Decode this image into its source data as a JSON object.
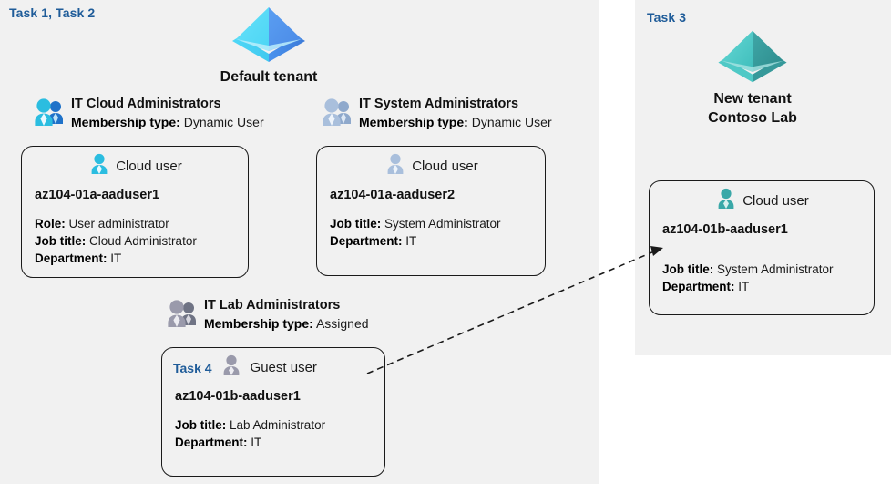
{
  "panels": {
    "left": {
      "task_label": "Task 1, Task 2"
    },
    "right": {
      "task_label": "Task 3"
    }
  },
  "tenants": {
    "default": {
      "name": "Default tenant",
      "icon": "azure-tenant-icon"
    },
    "new": {
      "line1": "New  tenant",
      "line2": "Contoso Lab",
      "icon": "azure-tenant-icon"
    }
  },
  "groups": [
    {
      "id": "it-cloud-administrators",
      "name": "IT Cloud Administrators",
      "membership_label": "Membership type:",
      "membership_value": "Dynamic User",
      "icon": "group-users-icon"
    },
    {
      "id": "it-system-administrators",
      "name": "IT System Administrators",
      "membership_label": "Membership type:",
      "membership_value": "Dynamic User",
      "icon": "group-users-icon"
    },
    {
      "id": "it-lab-administrators",
      "name": "IT Lab Administrators",
      "membership_label": "Membership type:",
      "membership_value": "Assigned",
      "icon": "group-users-icon"
    }
  ],
  "cards": [
    {
      "id": "az104-01a-aaduser1",
      "user_type": "Cloud user",
      "icon": "cloud-user-icon",
      "username": "az104-01a-aaduser1",
      "props": [
        {
          "label": "Role:",
          "value": "User administrator"
        },
        {
          "label": "Job title:",
          "value": "Cloud Administrator"
        },
        {
          "label": "Department:",
          "value": "IT"
        }
      ]
    },
    {
      "id": "az104-01a-aaduser2",
      "user_type": "Cloud user",
      "icon": "cloud-user-icon",
      "username": "az104-01a-aaduser2",
      "props": [
        {
          "label": "Job title:",
          "value": "System Administrator"
        },
        {
          "label": "Department:",
          "value": "IT"
        }
      ]
    },
    {
      "id": "az104-01b-aaduser1-guest",
      "task_label": "Task 4",
      "user_type": "Guest user",
      "icon": "guest-user-icon",
      "username": "az104-01b-aaduser1",
      "props": [
        {
          "label": "Job title:",
          "value": "Lab Administrator"
        },
        {
          "label": "Department:",
          "value": "IT"
        }
      ]
    },
    {
      "id": "az104-01b-aaduser1",
      "user_type": "Cloud user",
      "icon": "cloud-user-icon",
      "username": "az104-01b-aaduser1",
      "props": [
        {
          "label": "Job title:",
          "value": "System Administrator"
        },
        {
          "label": "Department:",
          "value": "IT"
        }
      ]
    }
  ],
  "connector": {
    "name": "guest-user-invite-arrow",
    "style": "dashed-arrow"
  },
  "colors": {
    "task_blue": "#1f5c99",
    "panel_bg": "#f1f1f1",
    "page_bg": "#ffffff",
    "card_border": "#1a1a1a",
    "tenant_default_cyan": "#4fd3f5",
    "tenant_default_blue": "#4a8ff0",
    "tenant_new_teal": "#45c4c4",
    "icon_cyan": "#2bbde0",
    "icon_blue": "#1f72c9",
    "icon_muted": "#a9bfdc",
    "icon_gray": "#9a9aab",
    "icon_teal": "#3aa8a8"
  }
}
